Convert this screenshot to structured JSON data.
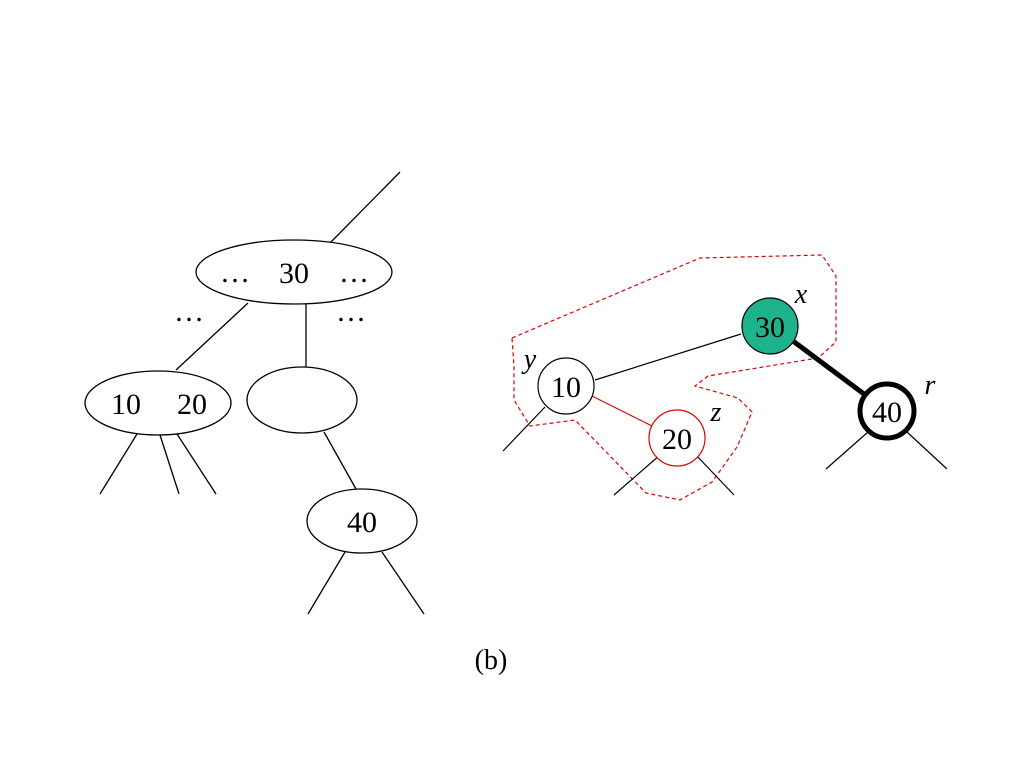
{
  "left_tree": {
    "root_dots_left": "…",
    "root_key": "30",
    "root_dots_right": "…",
    "below_dots_left": "…",
    "below_dots_right": "…",
    "left_child_keys": [
      "10",
      "20"
    ],
    "middle_child_keys": [],
    "grandchild_key": "40"
  },
  "right_tree": {
    "nodes": [
      {
        "id": "x",
        "key": "30",
        "label": "x",
        "fill": "#1db38c",
        "stroke": "#000000",
        "text_color": "#000000"
      },
      {
        "id": "y",
        "key": "10",
        "label": "y",
        "fill": "#ffffff",
        "stroke": "#000000",
        "text_color": "#000000"
      },
      {
        "id": "z",
        "key": "20",
        "label": "z",
        "fill": "#ffffff",
        "stroke": "#e00000",
        "text_color": "#e00000"
      },
      {
        "id": "r",
        "key": "40",
        "label": "r",
        "fill": "#ffffff",
        "stroke": "#000000",
        "text_color": "#000000"
      }
    ],
    "colors": {
      "highlight_fill": "#1db38c",
      "red": "#e00000",
      "outline_dashed": "#e00000"
    }
  },
  "caption": "(b)"
}
